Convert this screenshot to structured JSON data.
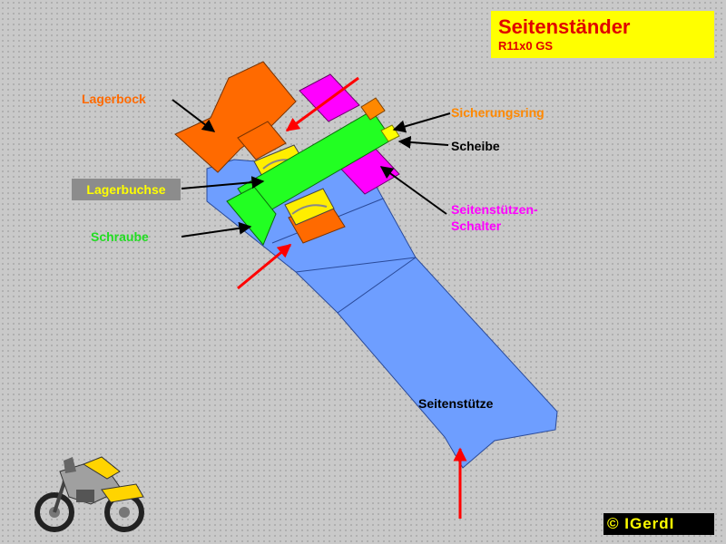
{
  "title": {
    "main": "Seitenständer",
    "sub": "R11x0 GS"
  },
  "labels": {
    "lagerbock": "Lagerbock",
    "sicherungsring": "Sicherungsring",
    "scheibe": "Scheibe",
    "lagerbuchse": "Lagerbuchse",
    "schalter_line1": "Seitenstützen-",
    "schalter_line2": "Schalter",
    "schraube": "Schraube",
    "seitenstuetze": "Seitenstütze"
  },
  "copyright": "© IGerdI",
  "colors": {
    "background": "#c9c9c9",
    "title_bg": "#ffff00",
    "title_text": "#e00000",
    "lagerbock": "#ff6a00",
    "lagerbuchse_part": "#ffee00",
    "schraube": "#22ff22",
    "schalter": "#ff00ff",
    "sicherungsring": "#ff8800",
    "scheibe": "#ffff00",
    "seitenstuetze": "#6e9eff",
    "arrow_red": "#ff0000",
    "lagerbuchse_label_bg": "#8c8c8c",
    "lagerbuchse_label_text": "#ffff00",
    "schraube_label": "#22dd22",
    "schalter_label": "#ff00ff",
    "lagerbock_label": "#ff6a00",
    "sicherungsring_label": "#ff8800"
  }
}
